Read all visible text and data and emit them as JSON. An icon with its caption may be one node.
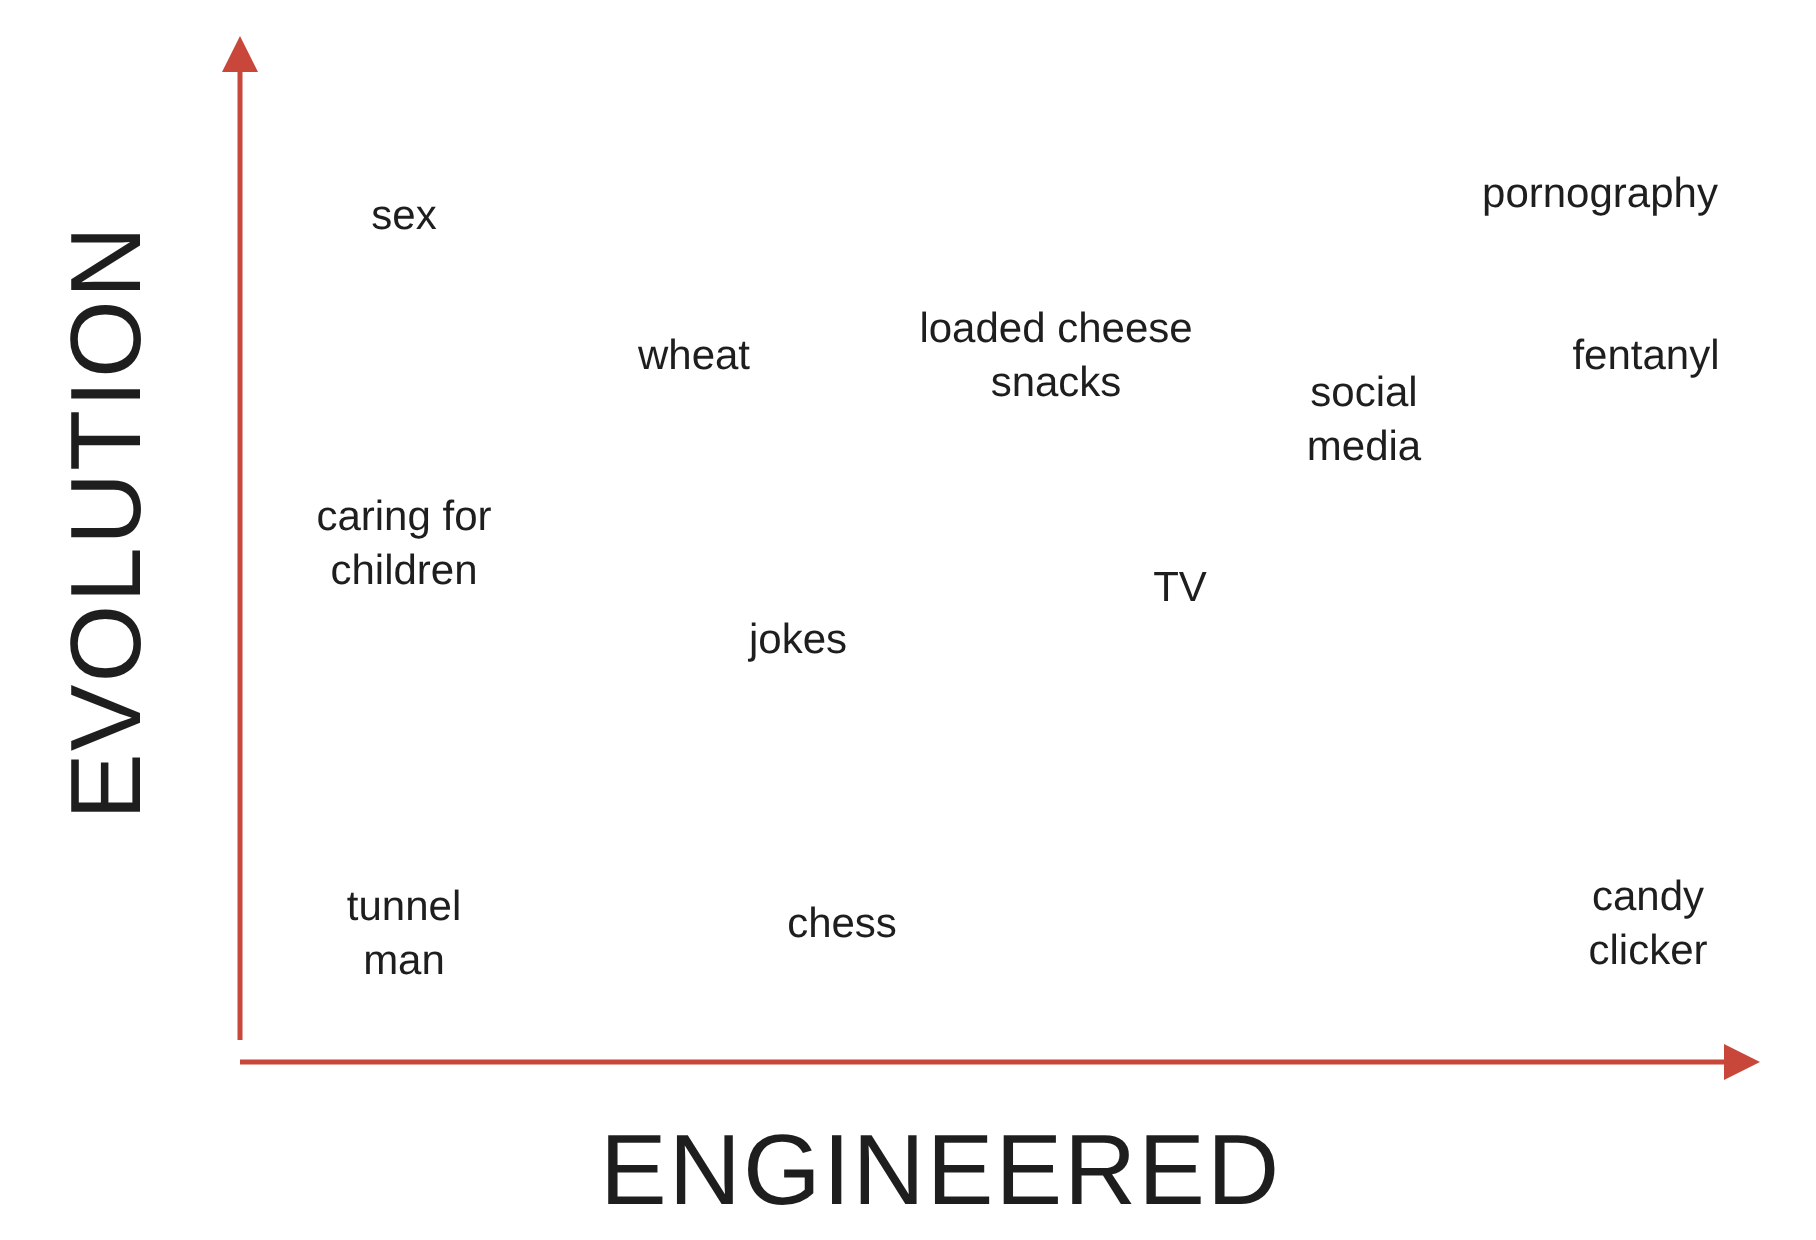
{
  "diagram": {
    "labels": [
      "pornography",
      "sex",
      "loaded cheese snacks",
      "wheat",
      "fentanyl",
      "social media",
      "caring for children",
      "TV",
      "jokes",
      "candy clicker",
      "tunnel man",
      "chess",
      "EVOLUTION",
      "ENGINEERED"
    ]
  }
}
